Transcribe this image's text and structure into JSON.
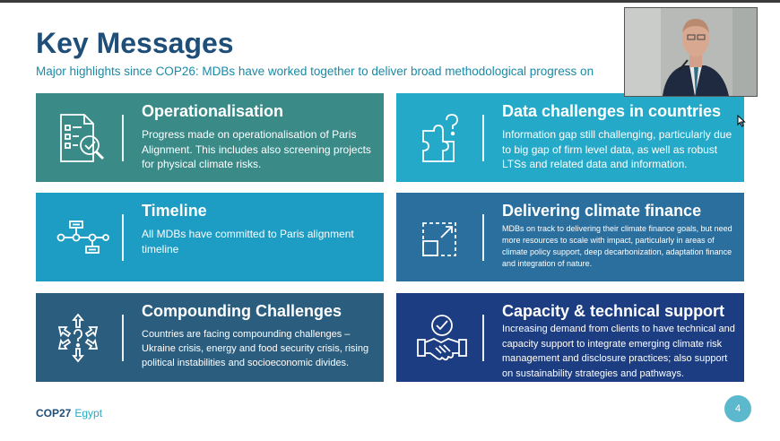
{
  "slide": {
    "title": "Key Messages",
    "subtitle": "Major highlights since COP26: MDBs have worked together to deliver broad methodological progress on",
    "footer_brand": "COP27",
    "footer_location": "Egypt",
    "page_number": "4"
  },
  "cards": [
    {
      "title": "Operationalisation",
      "body": "Progress made on operationalisation of Paris Alignment. This includes also screening projects for physical climate risks.",
      "icon": "document-checklist-icon"
    },
    {
      "title": "Data challenges in countries",
      "body": "Information gap still challenging, particularly due to big gap of firm level data, as well as robust LTSs and related data and information.",
      "icon": "puzzle-question-icon"
    },
    {
      "title": "Timeline",
      "body": "All MDBs have committed to Paris alignment timeline",
      "icon": "timeline-icon"
    },
    {
      "title": "Delivering climate finance",
      "body": "MDBs on track to delivering their climate finance goals, but need more resources to scale with impact, particularly in areas of climate policy support, deep decarbonization, adaptation finance and integration of nature.",
      "icon": "scale-up-icon"
    },
    {
      "title": "Compounding Challenges",
      "body": "Countries are facing compounding challenges – Ukraine crisis, energy and food security crisis, rising political instabilities and socioeconomic divides.",
      "icon": "multi-direction-arrows-icon"
    },
    {
      "title": "Capacity & technical support",
      "body": "Increasing demand from clients to have technical and capacity support to integrate emerging climate risk management and disclosure practices; also support on sustainability strategies and pathways.",
      "icon": "handshake-check-icon"
    }
  ],
  "colors": {
    "title": "#1f4e79",
    "subtitle": "#1a8aa6",
    "card_operationalisation": "#3a8a88",
    "card_data": "#25a9c8",
    "card_timeline": "#1d9cc4",
    "card_finance": "#2b6f9e",
    "card_compounding": "#2a5d7e",
    "card_capacity": "#1c3d82"
  }
}
